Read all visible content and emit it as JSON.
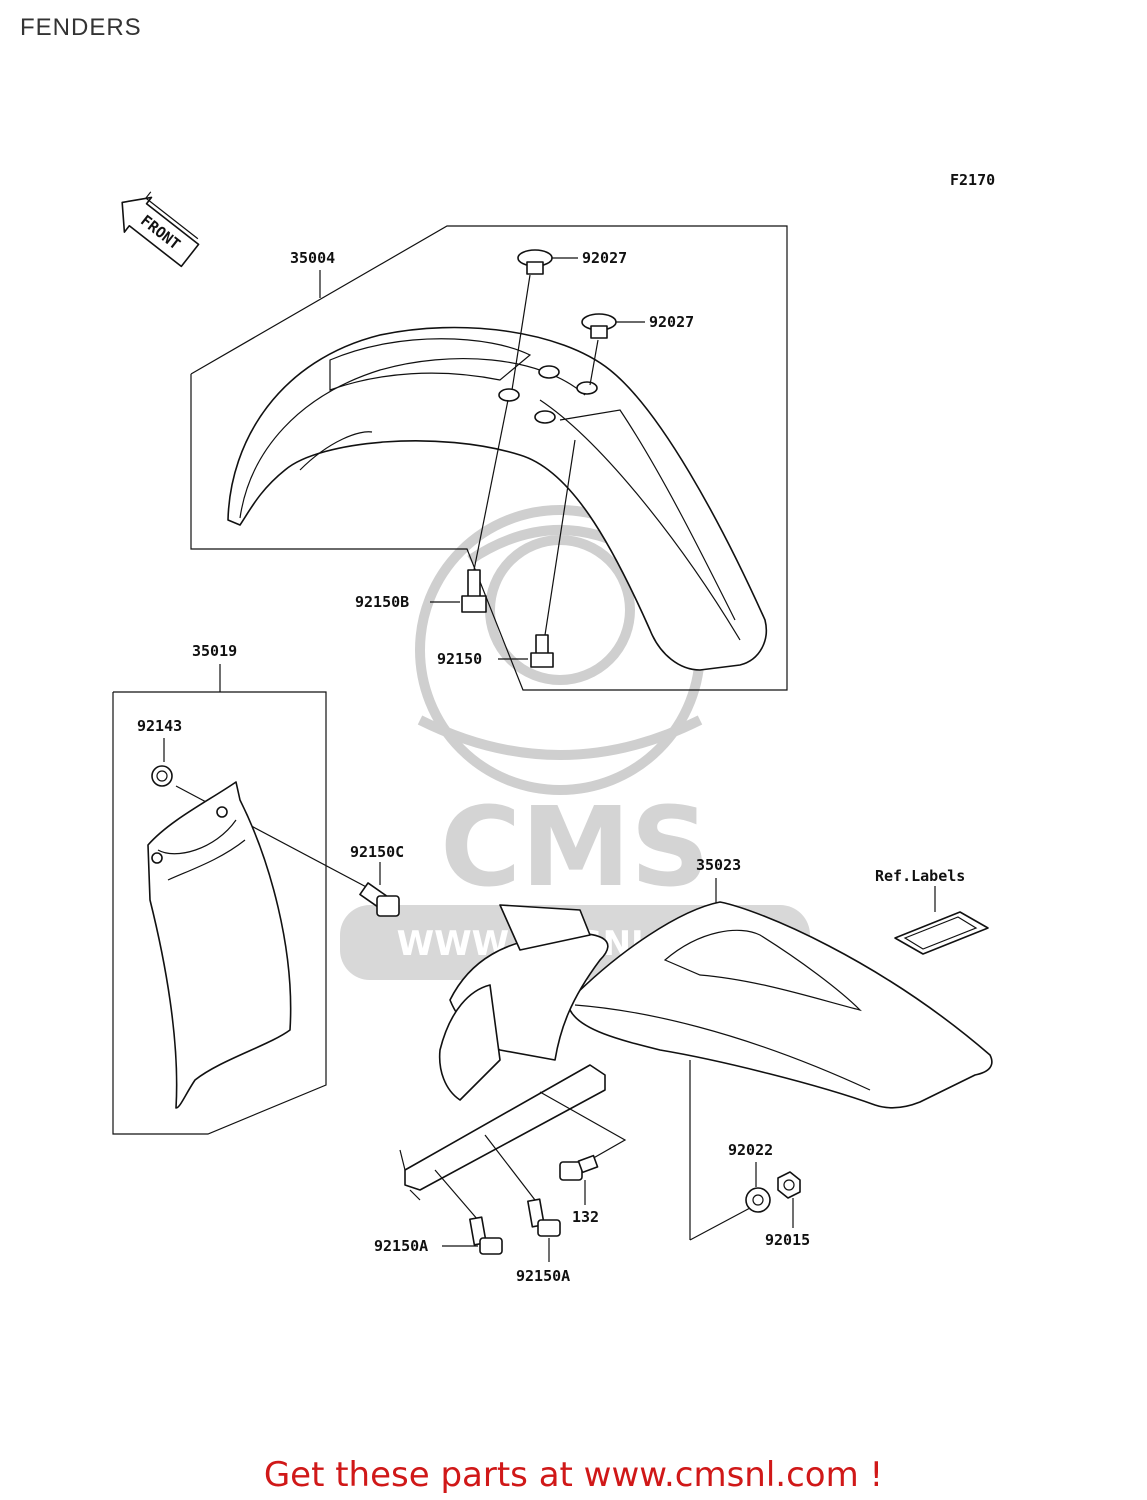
{
  "title": "FENDERS",
  "figure_code": "F2170",
  "front_label": "FRONT",
  "parts": {
    "p35004": "35004",
    "p92027a": "92027",
    "p92027b": "92027",
    "p92150B": "92150B",
    "p92150": "92150",
    "p35019": "35019",
    "p92143": "92143",
    "p92150C": "92150C",
    "p35023": "35023",
    "ref_labels": "Ref.Labels",
    "p92022": "92022",
    "p92015": "92015",
    "p132": "132",
    "p92150A_left": "92150A",
    "p92150A_right": "92150A"
  },
  "watermark": {
    "brand": "CMS",
    "url": "WWW.CMSNL.COM"
  },
  "footer": "Get these parts at www.cmsnl.com !",
  "colors": {
    "footer": "#d01818",
    "line": "#111111",
    "watermark": "#d4d4d4"
  }
}
